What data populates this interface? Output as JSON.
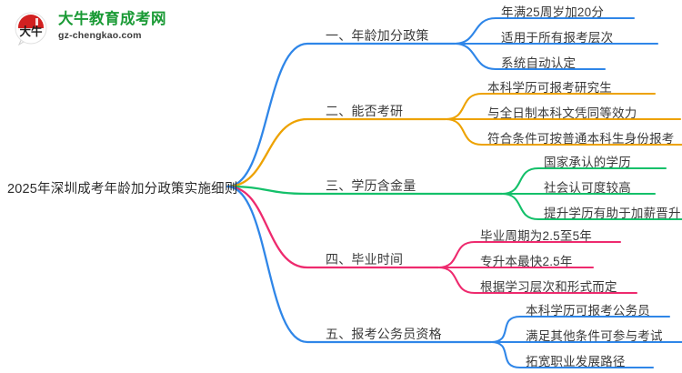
{
  "logo": {
    "mark_text": "大牛",
    "title": "大牛教育成考网",
    "domain": "gz-chengkao.com",
    "brand_green": "#1a9a35",
    "brand_red": "#d22020"
  },
  "mindmap": {
    "root": {
      "label": "2025年深圳成考年龄加分政策实施细则"
    },
    "branches": [
      {
        "label": "一、年龄加分政策",
        "color": "#2f86e8",
        "children": [
          "年满25周岁加20分",
          "适用于所有报考层次",
          "系统自动认定"
        ]
      },
      {
        "label": "二、能否考研",
        "color": "#eda200",
        "children": [
          "本科学历可报考研究生",
          "与全日制本科文凭同等效力",
          "符合条件可按普通本科生身份报考"
        ]
      },
      {
        "label": "三、学历含金量",
        "color": "#14c06a",
        "children": [
          "国家承认的学历",
          "社会认可度较高",
          "提升学历有助于加薪晋升"
        ]
      },
      {
        "label": "四、毕业时间",
        "color": "#ee2a6e",
        "children": [
          "毕业周期为2.5至5年",
          "专升本最快2.5年",
          "根据学习层次和形式而定"
        ]
      },
      {
        "label": "五、报考公务员资格",
        "color": "#2f86e8",
        "children": [
          "本科学历可报考公务员",
          "满足其他条件可参与考试",
          "拓宽职业发展路径"
        ]
      }
    ]
  }
}
